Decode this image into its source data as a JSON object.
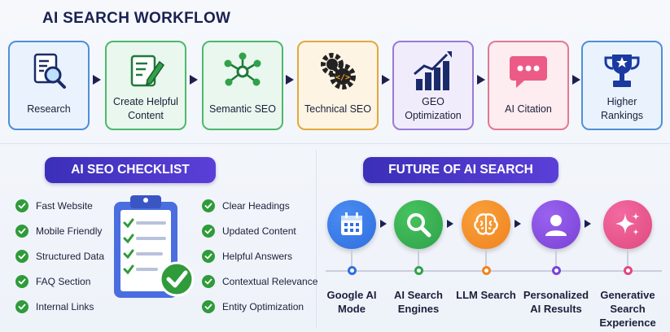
{
  "title": "AI SEARCH WORKFLOW",
  "workflow": [
    {
      "label": "Research",
      "icon": "research-icon",
      "border": "#4f8fd8",
      "bg": "#eaf3fd"
    },
    {
      "label": "Create Helpful Content",
      "icon": "edit-document-icon",
      "border": "#4cb96a",
      "bg": "#e9f7ee"
    },
    {
      "label": "Semantic SEO",
      "icon": "network-nodes-icon",
      "border": "#4cb96a",
      "bg": "#e9f7ee"
    },
    {
      "label": "Technical SEO",
      "icon": "gear-code-icon",
      "border": "#e3a93a",
      "bg": "#fdf4e3"
    },
    {
      "label": "GEO Optimization",
      "icon": "growth-chart-icon",
      "border": "#9a7ad6",
      "bg": "#f1ecfb"
    },
    {
      "label": "AI Citation",
      "icon": "chat-bubble-icon",
      "border": "#e07a92",
      "bg": "#fdecf0"
    },
    {
      "label": "Higher Rankings",
      "icon": "trophy-icon",
      "border": "#4f8fd8",
      "bg": "#eaf3fd"
    }
  ],
  "checklist": {
    "title": "AI SEO CHECKLIST",
    "left_items": [
      "Fast Website",
      "Mobile Friendly",
      "Structured Data",
      "FAQ Section",
      "Internal Links"
    ],
    "right_items": [
      "Clear Headings",
      "Updated Content",
      "Helpful Answers",
      "Contextual Relevance",
      "Entity Optimization"
    ],
    "check_color": "#2f9b3a"
  },
  "future": {
    "title": "FUTURE OF AI SEARCH",
    "items": [
      {
        "label": "Google AI Mode",
        "icon": "calendar-grid-icon",
        "color": "#2f6fe0",
        "color2": "#4a8cf2"
      },
      {
        "label": "AI Search Engines",
        "icon": "search-icon",
        "color": "#2fa24a",
        "color2": "#47c25f"
      },
      {
        "label": "LLM Search",
        "icon": "brain-icon",
        "color": "#f0831f",
        "color2": "#f9a03a"
      },
      {
        "label": "Personalized AI Results",
        "icon": "user-icon",
        "color": "#7a42d6",
        "color2": "#9a62ee"
      },
      {
        "label": "Generative Search Experience",
        "icon": "sparkle-icon",
        "color": "#e0497f",
        "color2": "#f26aa0"
      }
    ]
  }
}
